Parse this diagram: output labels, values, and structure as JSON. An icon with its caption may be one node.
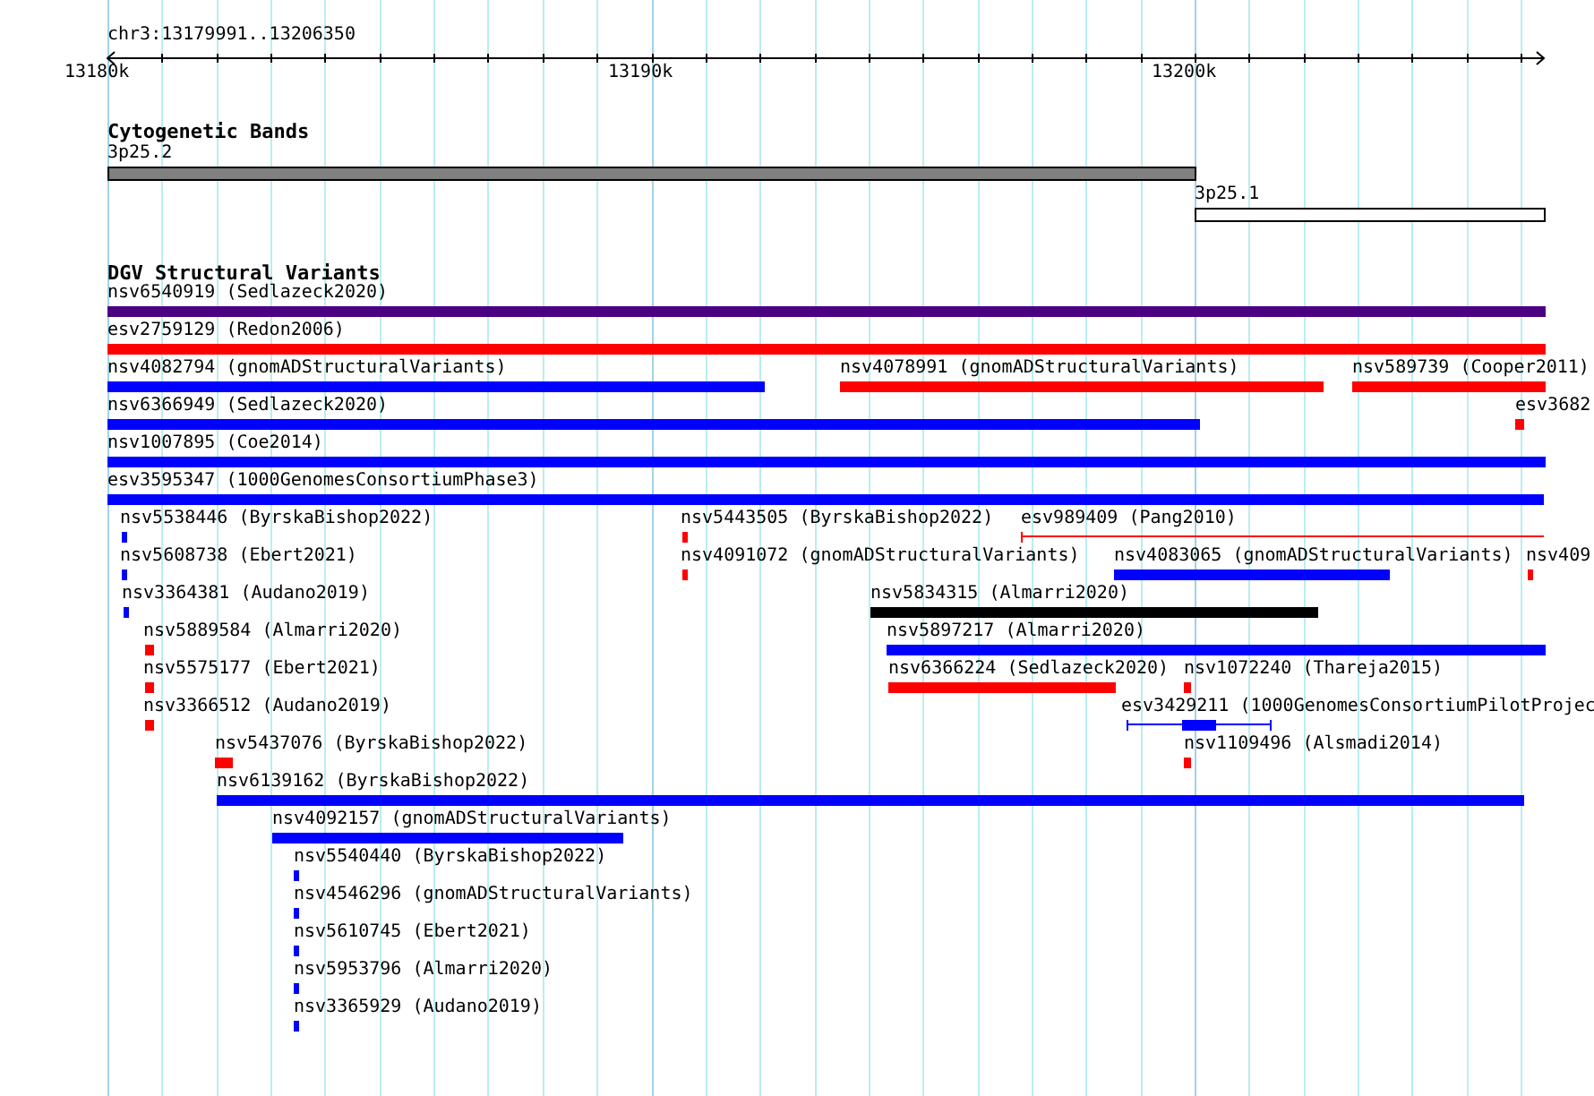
{
  "diagram": {
    "title": "chr3:13179991..13206350",
    "nodes": [
      {
        "text": [
          "Cytogenetic Bands"
        ]
      },
      {
        "text": [
          "3p25.2"
        ]
      },
      {
        "text": [
          "3p25.1"
        ]
      },
      {
        "text": [
          "DGV Structural Variants"
        ]
      },
      {
        "text": [
          "nsv6540919 (Sedlazeck2020)"
        ]
      },
      {
        "text": [
          "esv2759129 (Redon2006)"
        ]
      },
      {
        "text": [
          "nsv4082794 (gnomADStructuralVariants)"
        ]
      },
      {
        "text": [
          "nsv4078991 (gnomADStructuralVariants)"
        ]
      },
      {
        "text": [
          "nsv589739 (Cooper2011)"
        ]
      },
      {
        "text": [
          "nsv6366949 (Sedlazeck2020)"
        ]
      },
      {
        "text": [
          "esv3682"
        ]
      },
      {
        "text": [
          "nsv1007895 (Coe2014)"
        ]
      },
      {
        "text": [
          "esv3595347 (1000GenomesConsortiumPhase3)"
        ]
      },
      {
        "text": [
          "nsv5538446 (ByrskaBishop2022)"
        ]
      },
      {
        "text": [
          "nsv5443505 (ByrskaBishop2022)"
        ]
      },
      {
        "text": [
          "esv989409 (Pang2010)"
        ]
      },
      {
        "text": [
          "nsv5608738 (Ebert2021)"
        ]
      },
      {
        "text": [
          "nsv4091072 (gnomADStructuralVariants)"
        ]
      },
      {
        "text": [
          "nsv4083065 (gnomADStructuralVariants)"
        ]
      },
      {
        "text": [
          "nsv409"
        ]
      },
      {
        "text": [
          "nsv3364381 (Audano2019)"
        ]
      },
      {
        "text": [
          "nsv5834315 (Almarri2020)"
        ]
      },
      {
        "text": [
          "nsv5889584 (Almarri2020)"
        ]
      },
      {
        "text": [
          "nsv5897217 (Almarri2020)"
        ]
      },
      {
        "text": [
          "nsv5575177 (Ebert2021)"
        ]
      },
      {
        "text": [
          "nsv6366224 (Sedlazeck2020)"
        ]
      },
      {
        "text": [
          "nsv1072240 (Thareja2015)"
        ]
      },
      {
        "text": [
          "nsv3366512 (Audano2019)"
        ]
      },
      {
        "text": [
          "esv3429211 (1000GenomesConsortiumPilotProjec"
        ]
      },
      {
        "text": [
          "nsv5437076 (ByrskaBishop2022)"
        ]
      },
      {
        "text": [
          "nsv1109496 (Alsmadi2014)"
        ]
      },
      {
        "text": [
          "nsv6139162 (ByrskaBishop2022)"
        ]
      },
      {
        "text": [
          "nsv4092157 (gnomADStructuralVariants)"
        ]
      },
      {
        "text": [
          "nsv5540440 (ByrskaBishop2022)"
        ]
      },
      {
        "text": [
          "nsv4546296 (gnomADStructuralVariants)"
        ]
      },
      {
        "text": [
          "nsv5610745 (Ebert2021)"
        ]
      },
      {
        "text": [
          "nsv5953796 (Almarri2020)"
        ]
      },
      {
        "text": [
          "nsv3365929 (Audano2019)"
        ]
      }
    ],
    "labels": [
      "13180k",
      "13190k",
      "13200k"
    ]
  }
}
